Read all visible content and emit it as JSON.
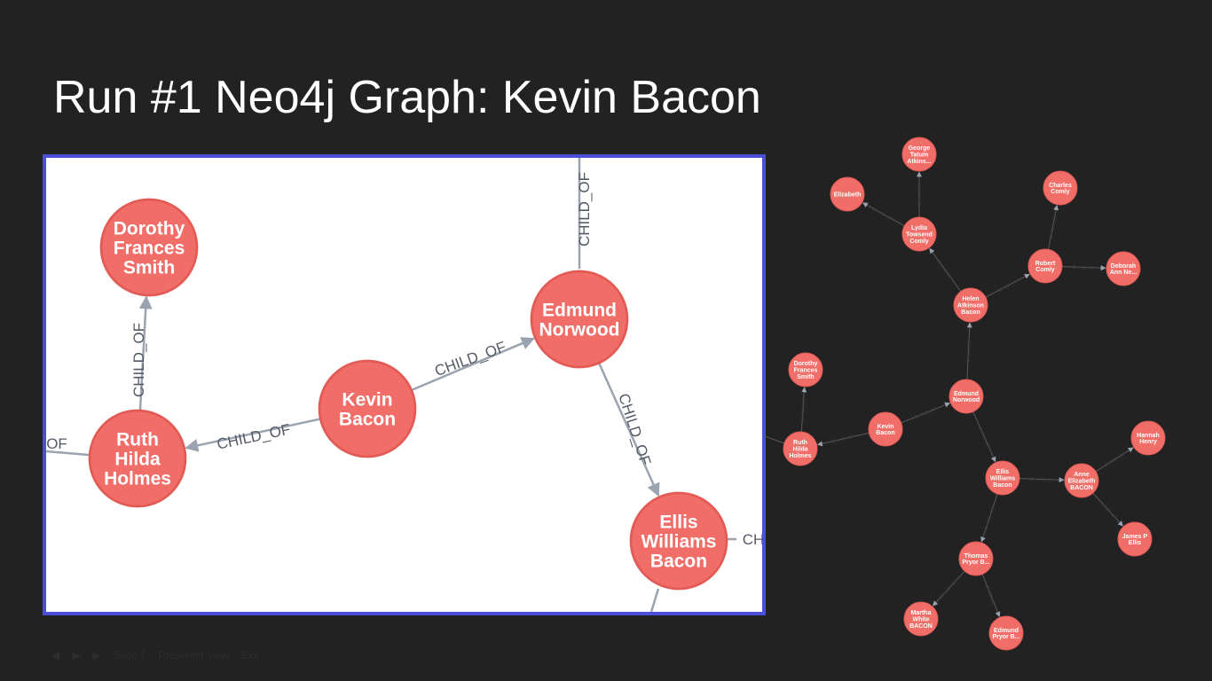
{
  "title": "Run #1 Neo4j Graph: Kevin Bacon",
  "colors": {
    "background": "#222222",
    "node_fill": "#f06d68",
    "node_stroke": "#e35a55",
    "edge": "#9aa3b0",
    "frame_border": "#4a4fd9"
  },
  "relationship_label": "CHILD_OF",
  "zoom_view": {
    "nodes": [
      {
        "id": "kevin",
        "lines": [
          "Kevin",
          "Bacon"
        ]
      },
      {
        "id": "ruth",
        "lines": [
          "Ruth",
          "Hilda",
          "Holmes"
        ]
      },
      {
        "id": "dorothy",
        "lines": [
          "Dorothy",
          "Frances",
          "Smith"
        ]
      },
      {
        "id": "edmund_n",
        "lines": [
          "Edmund",
          "Norwood"
        ]
      },
      {
        "id": "ellis",
        "lines": [
          "Ellis",
          "Williams",
          "Bacon"
        ]
      }
    ],
    "edge_labels": [
      "CHILD_OF",
      "CHILD_OF",
      "CHILD_OF",
      "CHILD_OF",
      "CHILD_OF",
      "OF",
      "CH",
      "CHILD_OF"
    ]
  },
  "full_graph": {
    "nodes": [
      {
        "id": "george",
        "lines": [
          "George",
          "Tatum",
          "Atkins..."
        ]
      },
      {
        "id": "elizabeth",
        "lines": [
          "Elizabeth"
        ]
      },
      {
        "id": "lydia",
        "lines": [
          "Lydia",
          "Towsend",
          "Comly"
        ]
      },
      {
        "id": "charles",
        "lines": [
          "Charles",
          "Comly"
        ]
      },
      {
        "id": "robert",
        "lines": [
          "Robert",
          "Comly"
        ]
      },
      {
        "id": "deborah",
        "lines": [
          "Deborah",
          "Ann Ne..."
        ]
      },
      {
        "id": "helen",
        "lines": [
          "Helen",
          "Atkinson",
          "Bacon"
        ]
      },
      {
        "id": "dorothy",
        "lines": [
          "Dorothy",
          "Frances",
          "Smith"
        ]
      },
      {
        "id": "edmund_n",
        "lines": [
          "Edmund",
          "Norwood"
        ]
      },
      {
        "id": "kevin",
        "lines": [
          "Kevin",
          "Bacon"
        ]
      },
      {
        "id": "ruth",
        "lines": [
          "Ruth",
          "Hilda",
          "Holmes"
        ]
      },
      {
        "id": "hannah",
        "lines": [
          "Hannah",
          "Henry"
        ]
      },
      {
        "id": "ellis",
        "lines": [
          "Ellis",
          "Williams",
          "Bacon"
        ]
      },
      {
        "id": "anne",
        "lines": [
          "Anne",
          "Elizabeth",
          "BACON"
        ]
      },
      {
        "id": "james",
        "lines": [
          "James P",
          "Ellis"
        ]
      },
      {
        "id": "thomas",
        "lines": [
          "Thomas",
          "Pryor B..."
        ]
      },
      {
        "id": "martha",
        "lines": [
          "Martha",
          "White",
          "BACON"
        ]
      },
      {
        "id": "edmund_p",
        "lines": [
          "Edmund",
          "Pryor B..."
        ]
      }
    ],
    "edges": [
      {
        "from": "kevin",
        "to": "ruth"
      },
      {
        "from": "kevin",
        "to": "edmund_n"
      },
      {
        "from": "ruth",
        "to": "dorothy"
      },
      {
        "from": "edmund_n",
        "to": "helen"
      },
      {
        "from": "edmund_n",
        "to": "ellis"
      },
      {
        "from": "helen",
        "to": "lydia"
      },
      {
        "from": "helen",
        "to": "robert"
      },
      {
        "from": "lydia",
        "to": "george"
      },
      {
        "from": "lydia",
        "to": "elizabeth"
      },
      {
        "from": "robert",
        "to": "charles"
      },
      {
        "from": "robert",
        "to": "deborah"
      },
      {
        "from": "ellis",
        "to": "anne"
      },
      {
        "from": "ellis",
        "to": "thomas"
      },
      {
        "from": "anne",
        "to": "hannah"
      },
      {
        "from": "anne",
        "to": "james"
      },
      {
        "from": "thomas",
        "to": "martha"
      },
      {
        "from": "thomas",
        "to": "edmund_p"
      }
    ]
  },
  "presenter_bar": {
    "slide": "Slide 7",
    "presenter_view": "Presenter view",
    "exit": "Exit"
  }
}
